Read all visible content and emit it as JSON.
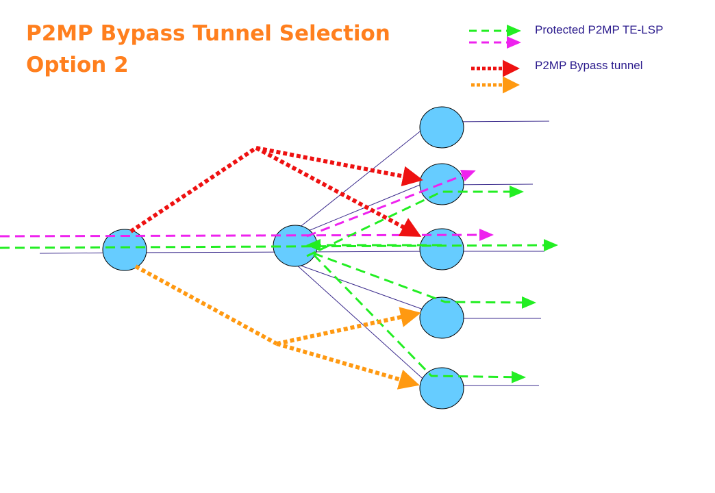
{
  "title": {
    "line1": "P2MP Bypass Tunnel Selection",
    "line2": "Option 2"
  },
  "legend": {
    "protected": "Protected P2MP TE-LSP",
    "bypass": "P2MP Bypass tunnel"
  },
  "colors": {
    "title": "#ff7f1e",
    "node_fill": "#66ccff",
    "link": "#3a2a8c",
    "protected_green": "#22ee22",
    "protected_magenta": "#ee22ee",
    "bypass_red": "#ee1111",
    "bypass_orange": "#ff9911"
  }
}
